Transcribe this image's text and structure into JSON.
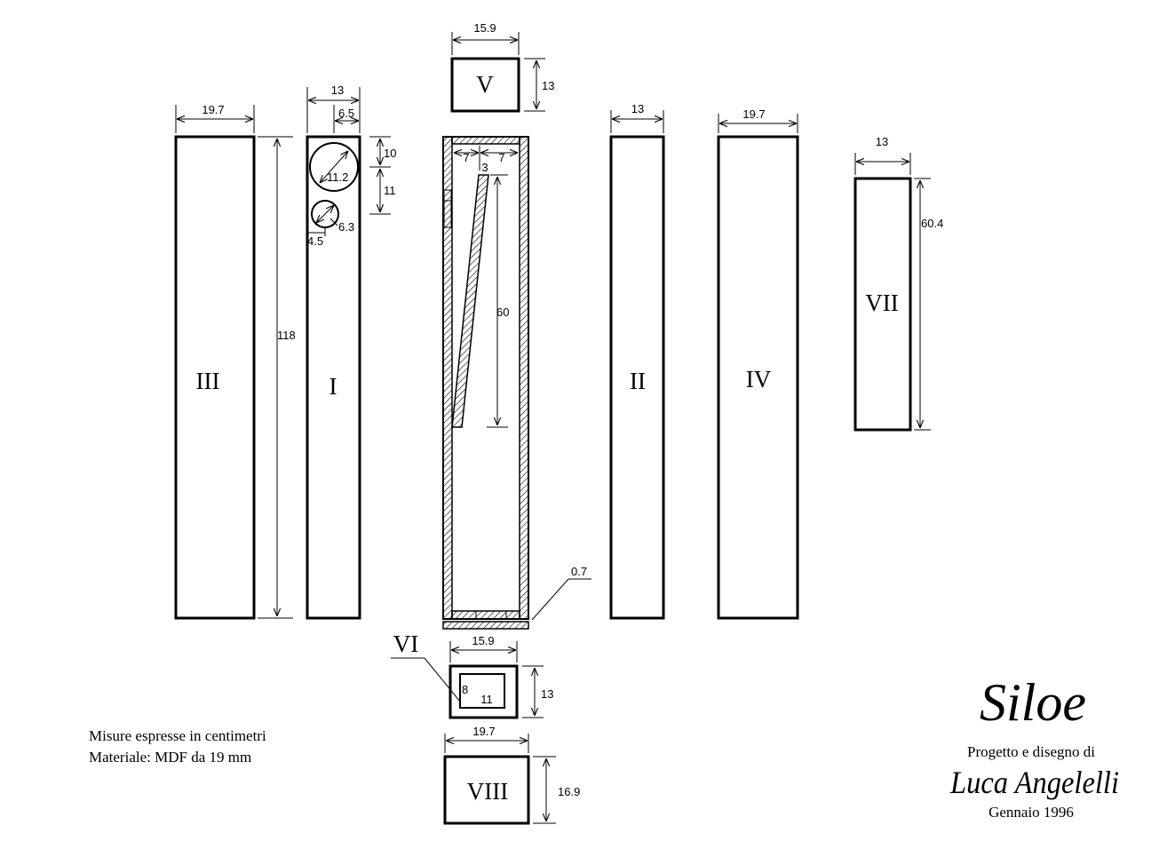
{
  "panels": {
    "p3": "III",
    "p1": "I",
    "p5": "V",
    "p6": "VI",
    "p8": "VIII",
    "p2": "II",
    "p4": "IV",
    "p7": "VII"
  },
  "dimensions": {
    "d_p3_width": "19.7",
    "d_p3_height": "118",
    "d_p1_width": "13",
    "d_p1_offset": "6.5",
    "d_hole_big": "11.2",
    "d_hole_small": "6.3",
    "d_hole_small_offset": "4.5",
    "d_p1_top": "10",
    "d_p1_mid": "11",
    "d_p5_width": "15.9",
    "d_p5_height": "13",
    "d_sec_left": "7",
    "d_sec_right": "7",
    "d_sec_gap": "3",
    "d_sec_line": "60",
    "d_sec_base": "0.7",
    "d_p6_width": "15.9",
    "d_p6_height": "13",
    "d_p6_inner_h": "8",
    "d_p6_inner_w": "11",
    "d_p8_width": "19.7",
    "d_p8_height": "16.9",
    "d_p2_width": "13",
    "d_p4_width": "19.7",
    "d_p7_width": "13",
    "d_p7_height": "60.4"
  },
  "notes": {
    "units": "Misure espresse in centimetri",
    "material": "Materiale: MDF da 19 mm"
  },
  "titleblock": {
    "title": "Siloe",
    "credit": "Progetto e disegno di",
    "author": "Luca Angelelli",
    "date": "Gennaio 1996"
  }
}
